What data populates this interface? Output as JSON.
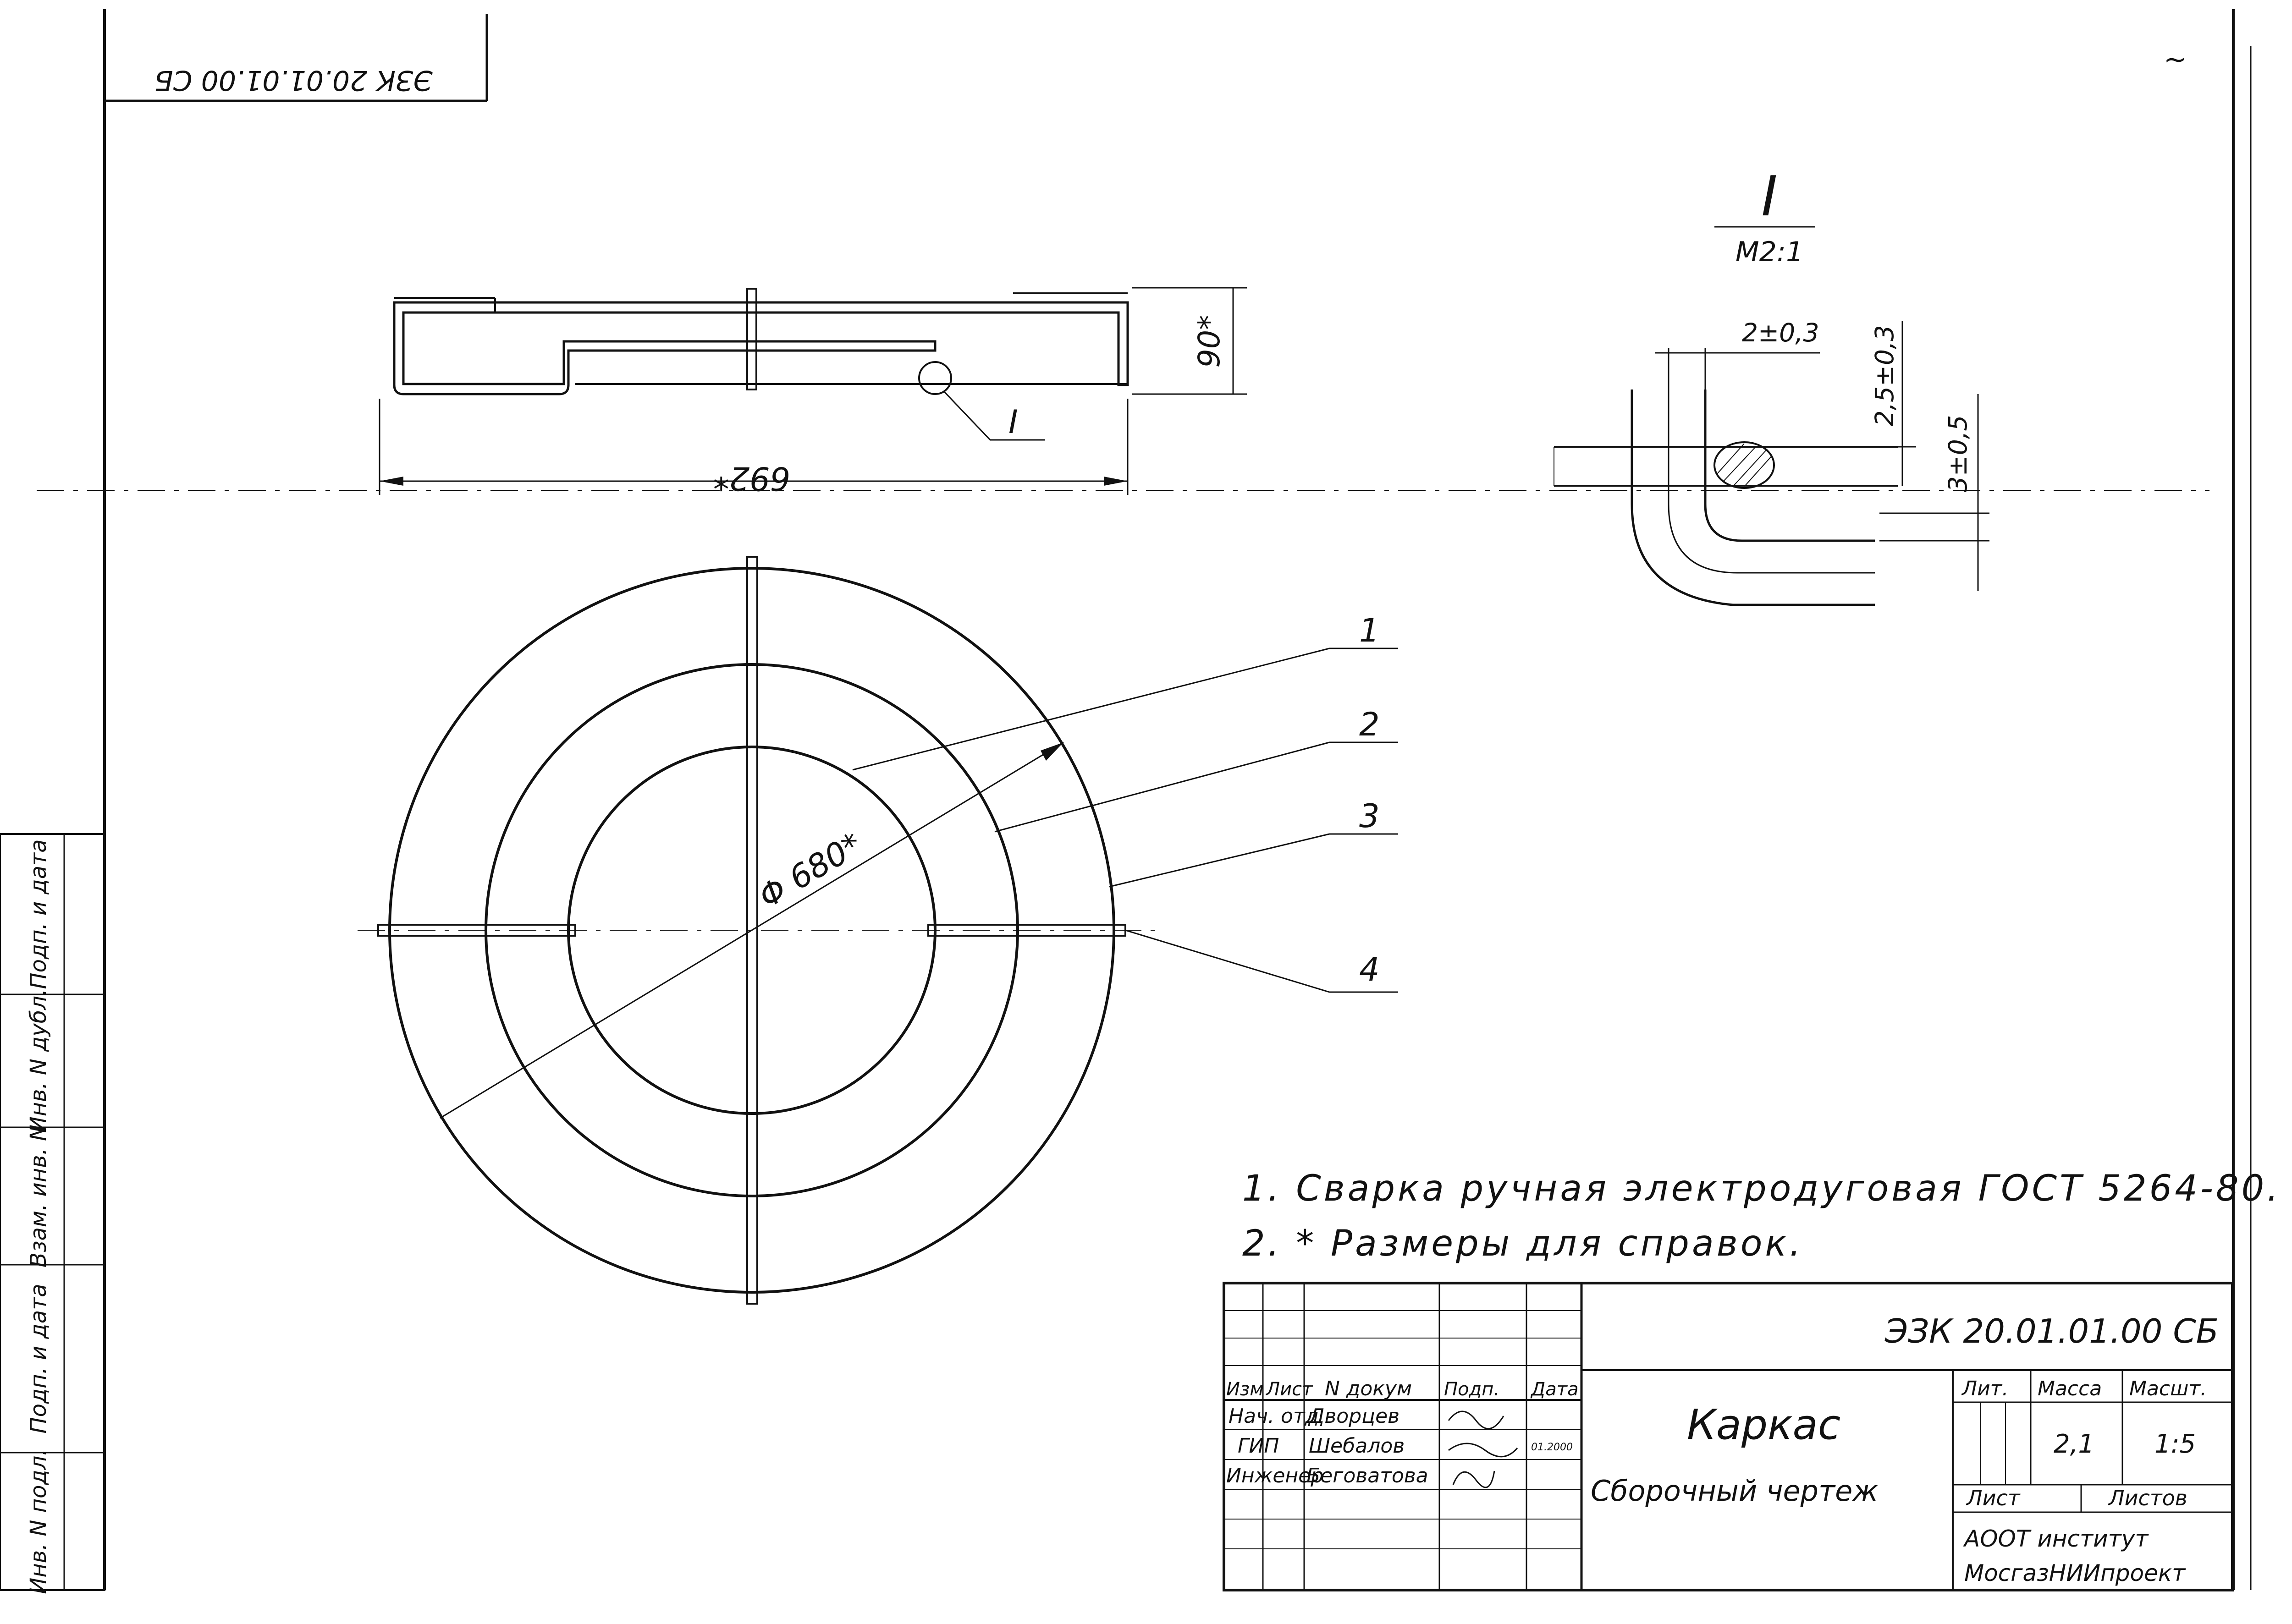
{
  "drawing": {
    "corner_code": "ЭЗК 20.01.01.00 СБ",
    "top_right_mark": "~"
  },
  "views": {
    "side_view_dimension_length": "692*",
    "side_view_dimension_height": "90*",
    "detail_callout": "I",
    "detail_view": {
      "label": "I",
      "scale": "M2:1",
      "dim_gap": "2±0,3",
      "dim_offset": "2,5±0,3",
      "dim_wire": "3±0,5"
    },
    "plan_view": {
      "diameter_label": "Φ 680*",
      "position_labels": [
        "1",
        "2",
        "3",
        "4"
      ]
    }
  },
  "notes": [
    "1. Сварка ручная электродуговая ГОСТ 5264-80.",
    "2. * Размеры для справок."
  ],
  "left_margin_labels": [
    "Инв. N подл.",
    "Подп. и дата",
    "Взам. инв. N",
    "Инв. N дубл.",
    "Подп. и дата"
  ],
  "title_block": {
    "designation": "ЭЗК 20.01.01.00 СБ",
    "title": "Каркас",
    "subtitle": "Сборочный чертеж",
    "header": {
      "change": "Изм",
      "sheet": "Лист",
      "doc_no": "N докум",
      "signature": "Подп.",
      "date": "Дата"
    },
    "roles": [
      {
        "role": "Нач. отд",
        "name": "Дворцев"
      },
      {
        "role": "ГИП",
        "name": "Шебалов"
      },
      {
        "role": "Инженер",
        "name": "Беговатова"
      }
    ],
    "stamp_date": "01.2000",
    "letter_label": "Лит.",
    "mass_label": "Масса",
    "mass_value": "2,1",
    "scale_label": "Масшт.",
    "scale_value": "1:5",
    "sheet_label": "Лист",
    "sheets_label": "Листов",
    "organization_line1": "АООТ институт",
    "organization_line2": "МосгазНИИпроект"
  }
}
